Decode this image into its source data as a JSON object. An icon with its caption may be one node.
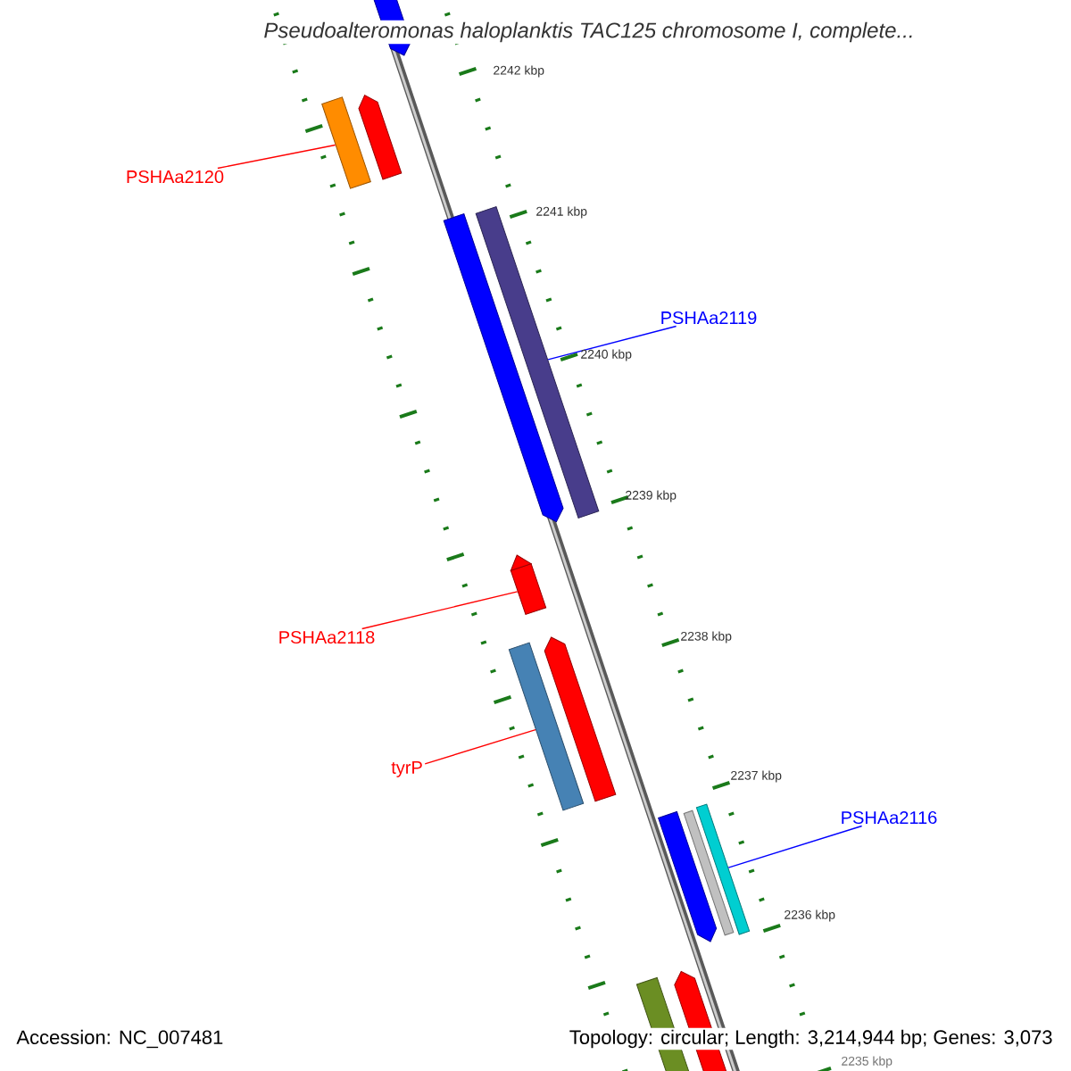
{
  "diagram": {
    "title": "Pseudoalteromonas haloplanktis TAC125 chromosome I, complete...",
    "nodes": [
      {
        "text": [
          "PSHAa2120"
        ]
      },
      {
        "text": [],
        "shape": "bar"
      },
      {
        "text": [
          "PSHAa2119"
        ]
      },
      {
        "text": [],
        "shape": "bar"
      },
      {
        "text": [
          "PSHAa2118"
        ]
      },
      {
        "text": [],
        "shape": "bar"
      },
      {
        "text": [
          "tyrP"
        ]
      },
      {
        "text": [],
        "shape": "bar"
      },
      {
        "text": [
          "PSHAa2116"
        ]
      },
      {
        "text": [],
        "shape": "bar"
      }
    ],
    "edges": [
      {
        "from": 0,
        "to": 1,
        "arrow": "none"
      },
      {
        "from": 2,
        "to": 3,
        "arrow": "none",
        "color": "#0000ff"
      },
      {
        "from": 4,
        "to": 5,
        "arrow": "none"
      },
      {
        "from": 6,
        "to": 7,
        "arrow": "none"
      },
      {
        "from": 8,
        "to": 9,
        "arrow": "none",
        "color": "#0000ff"
      }
    ],
    "labels": [
      "2242 kbp",
      "2241 kbp",
      "2240 kbp",
      "2239 kbp",
      "2238 kbp",
      "2237 kbp",
      "2236 kbp",
      "Accession: NC_007481",
      "2235 kbp",
      "Topology: circular; Length: 3,214,944 bp; Genes: 3,073"
    ]
  }
}
